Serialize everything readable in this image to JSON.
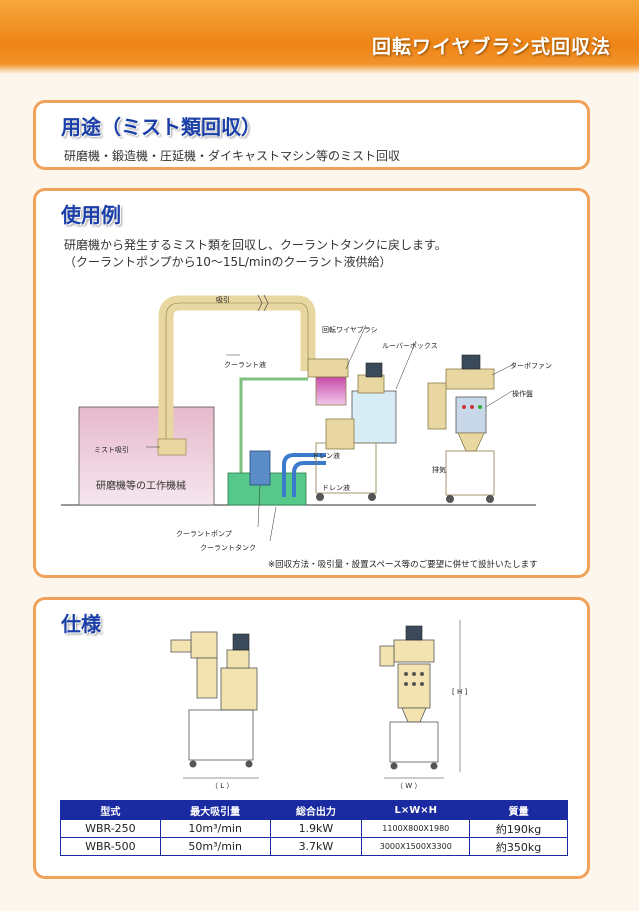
{
  "header": {
    "title": "回転ワイヤブラシ式回収法"
  },
  "usage": {
    "title": "用途（ミスト類回収）",
    "text": "研磨機・鍛造機・圧延機・ダイキャストマシン等のミスト回収"
  },
  "example": {
    "title": "使用例",
    "line1": "研磨機から発生するミスト類を回収し、クーラントタンクに戻します。",
    "line2": "（クーラントポンプから10〜15L/minのクーラント液供給）",
    "labels": {
      "suction": "吸引",
      "brush": "回転ワイヤブラシ",
      "louver": "ルーバーボックス",
      "turbofan": "ターボファン",
      "panel": "操作盤",
      "coolant_liquid": "クーラント液",
      "mist_suction": "ミスト吸引",
      "machine": "研磨機等の工作機械",
      "drain1": "ドレン液",
      "drain2": "ドレン液",
      "exhaust": "排気",
      "pump": "クーラントポンプ",
      "tank": "クーラントタンク"
    },
    "note": "※回収方法・吸引量・設置スペース等のご要望に併せて設計いたします"
  },
  "spec": {
    "title": "仕様",
    "dim_l": "（ L ）",
    "dim_w": "（ W ）",
    "dim_h": "[ H ]",
    "columns": [
      "型式",
      "最大吸引量",
      "総合出力",
      "L×W×H",
      "質量"
    ],
    "rows": [
      [
        "WBR-250",
        "10m³/min",
        "1.9kW",
        "1100X800X1980",
        "約190kg"
      ],
      [
        "WBR-500",
        "50m³/min",
        "3.7kW",
        "3000X1500X3300",
        "約350kg"
      ]
    ]
  }
}
